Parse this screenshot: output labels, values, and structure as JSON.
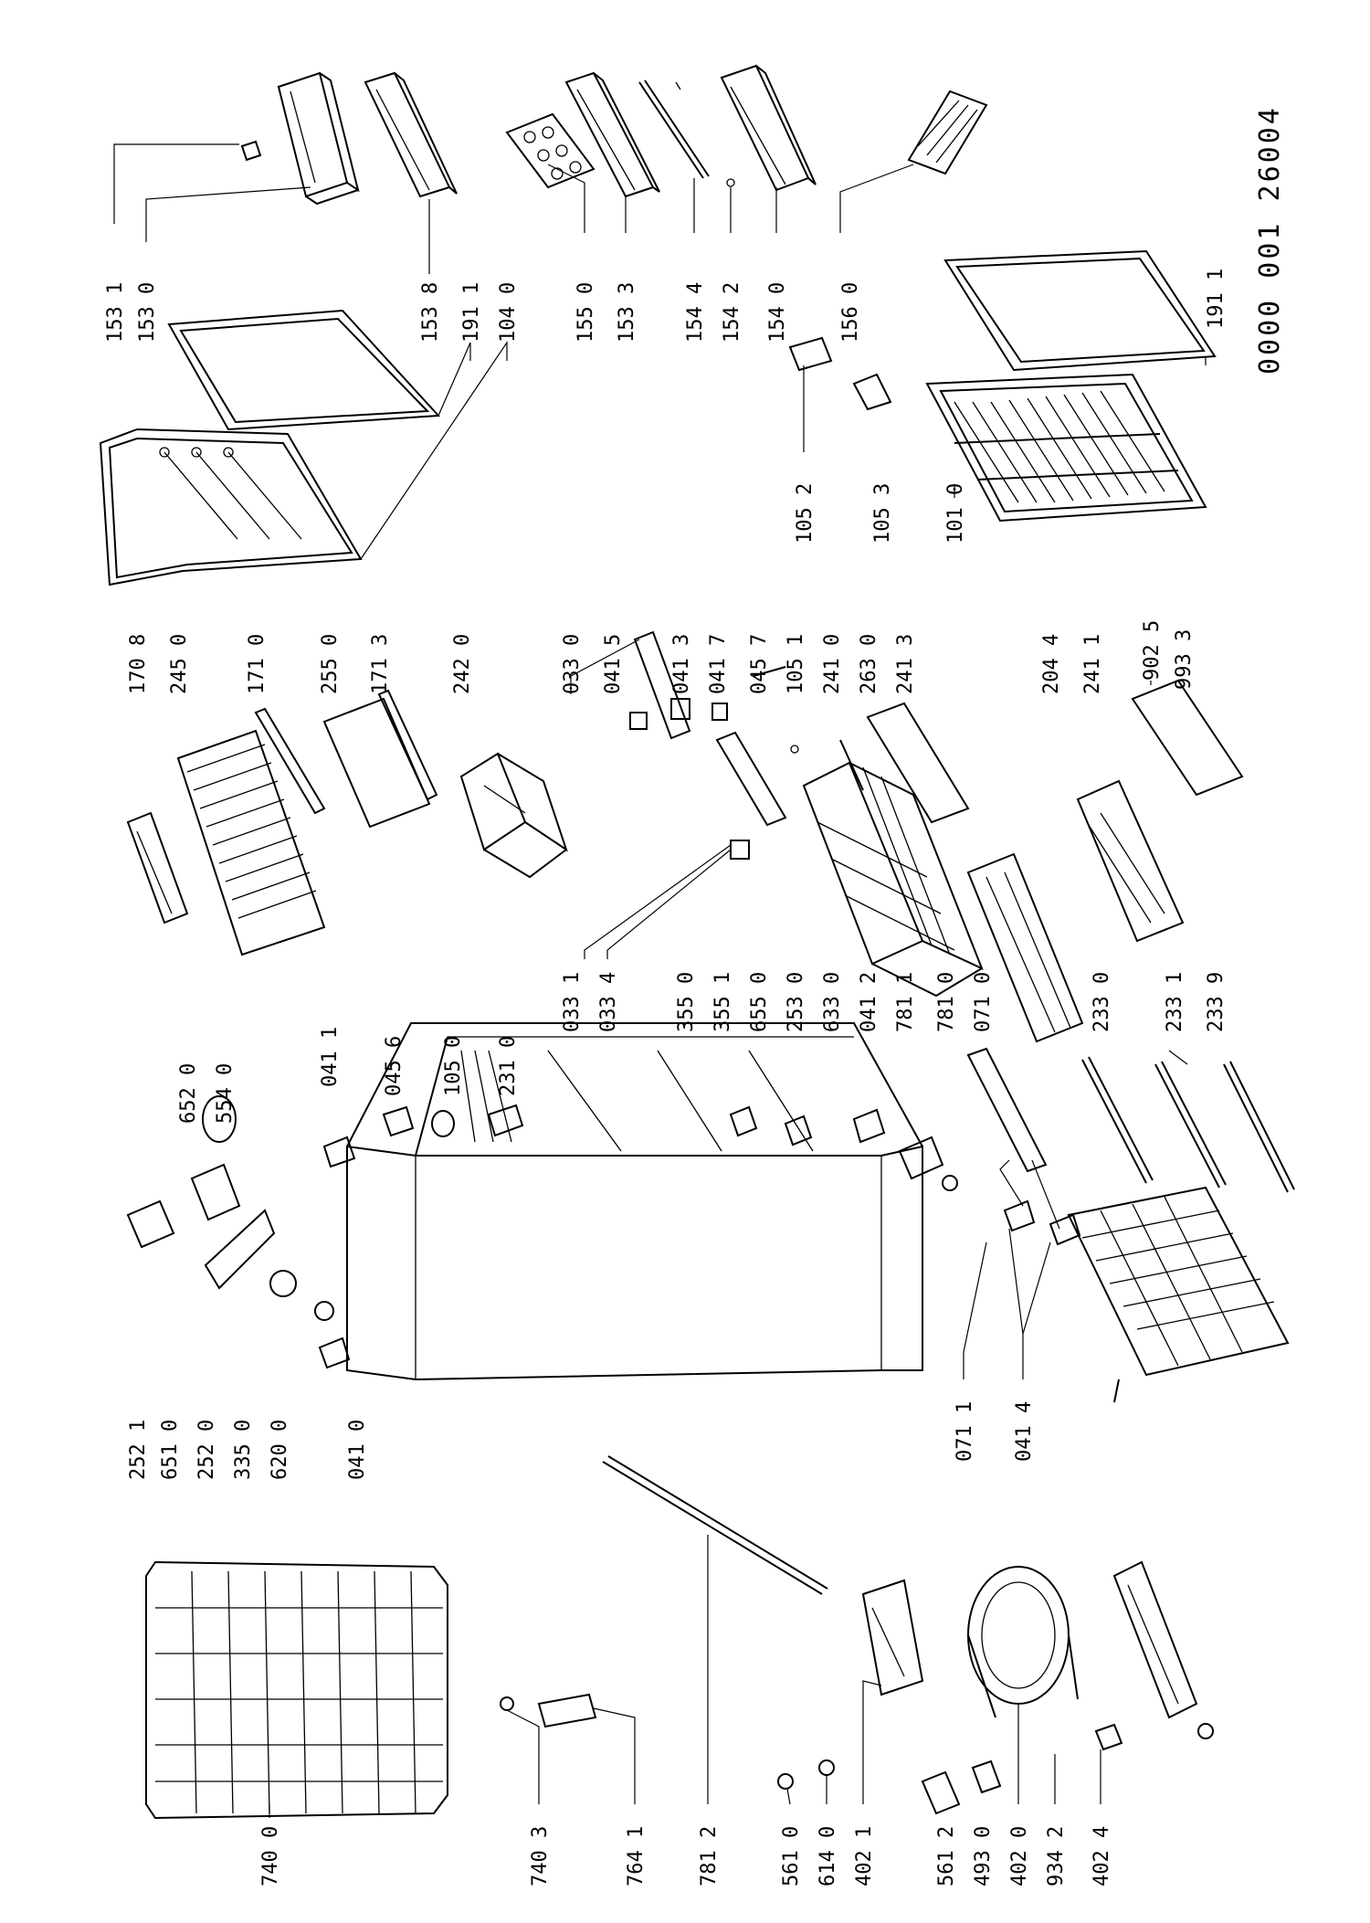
{
  "drawing": {
    "reference": "0000 001 26004"
  },
  "callouts": [
    {
      "id": "c1531",
      "text": "153 1"
    },
    {
      "id": "c1530",
      "text": "153 0"
    },
    {
      "id": "c1538",
      "text": "153 8"
    },
    {
      "id": "c1911a",
      "text": "191 1"
    },
    {
      "id": "c1040",
      "text": "104 0"
    },
    {
      "id": "c1550",
      "text": "155 0"
    },
    {
      "id": "c1533",
      "text": "153 3"
    },
    {
      "id": "c1544",
      "text": "154 4"
    },
    {
      "id": "c1542",
      "text": "154 2"
    },
    {
      "id": "c1540",
      "text": "154 0"
    },
    {
      "id": "c1560",
      "text": "156 0"
    },
    {
      "id": "c1911b",
      "text": "191 1"
    },
    {
      "id": "c1052",
      "text": "105 2"
    },
    {
      "id": "c1053",
      "text": "105 3"
    },
    {
      "id": "c1010",
      "text": "101 0"
    },
    {
      "id": "c1708",
      "text": "170 8"
    },
    {
      "id": "c2450",
      "text": "245 0"
    },
    {
      "id": "c1710",
      "text": "171 0"
    },
    {
      "id": "c2550",
      "text": "255 0"
    },
    {
      "id": "c1713",
      "text": "171 3"
    },
    {
      "id": "c2420",
      "text": "242 0"
    },
    {
      "id": "c0330",
      "text": "033 0"
    },
    {
      "id": "c0415",
      "text": "041 5"
    },
    {
      "id": "c0413",
      "text": "041 3"
    },
    {
      "id": "c0417",
      "text": "041 7"
    },
    {
      "id": "c0457",
      "text": "045 7"
    },
    {
      "id": "c1051",
      "text": "105 1"
    },
    {
      "id": "c2410",
      "text": "241 0"
    },
    {
      "id": "c2630",
      "text": "263 0"
    },
    {
      "id": "c2413",
      "text": "241 3"
    },
    {
      "id": "c2044",
      "text": "204 4"
    },
    {
      "id": "c2411",
      "text": "241 1"
    },
    {
      "id": "c9025",
      "text": "902 5"
    },
    {
      "id": "c9933",
      "text": "993 3"
    },
    {
      "id": "c0331",
      "text": "033 1"
    },
    {
      "id": "c0334",
      "text": "033 4"
    },
    {
      "id": "c3550",
      "text": "355 0"
    },
    {
      "id": "c3551",
      "text": "355 1"
    },
    {
      "id": "c6550",
      "text": "655 0"
    },
    {
      "id": "c2530",
      "text": "253 0"
    },
    {
      "id": "c6330",
      "text": "633 0"
    },
    {
      "id": "c0412",
      "text": "041 2"
    },
    {
      "id": "c7811a",
      "text": "781 1"
    },
    {
      "id": "c7810",
      "text": "781 0"
    },
    {
      "id": "c0710",
      "text": "071 0"
    },
    {
      "id": "c2330",
      "text": "233 0"
    },
    {
      "id": "c2331",
      "text": "233 1"
    },
    {
      "id": "c2339",
      "text": "233 9"
    },
    {
      "id": "c6520",
      "text": "652 0"
    },
    {
      "id": "c5540",
      "text": "554 0"
    },
    {
      "id": "c0411",
      "text": "041 1"
    },
    {
      "id": "c0456",
      "text": "045 6"
    },
    {
      "id": "c1050",
      "text": "105 0"
    },
    {
      "id": "c2310",
      "text": "231 0"
    },
    {
      "id": "c2521",
      "text": "252 1"
    },
    {
      "id": "c6510",
      "text": "651 0"
    },
    {
      "id": "c2520",
      "text": "252 0"
    },
    {
      "id": "c3350",
      "text": "335 0"
    },
    {
      "id": "c6200",
      "text": "620 0"
    },
    {
      "id": "c0410",
      "text": "041 0"
    },
    {
      "id": "c0711",
      "text": "071 1"
    },
    {
      "id": "c0414",
      "text": "041 4"
    },
    {
      "id": "c7400",
      "text": "740 0"
    },
    {
      "id": "c7403",
      "text": "740 3"
    },
    {
      "id": "c7641",
      "text": "764 1"
    },
    {
      "id": "c7812",
      "text": "781 2"
    },
    {
      "id": "c5610",
      "text": "561 0"
    },
    {
      "id": "c6140",
      "text": "614 0"
    },
    {
      "id": "c4021",
      "text": "402 1"
    },
    {
      "id": "c5612",
      "text": "561 2"
    },
    {
      "id": "c4930",
      "text": "493 0"
    },
    {
      "id": "c4020",
      "text": "402 0"
    },
    {
      "id": "c9342",
      "text": "934 2"
    },
    {
      "id": "c4024",
      "text": "402 4"
    }
  ]
}
